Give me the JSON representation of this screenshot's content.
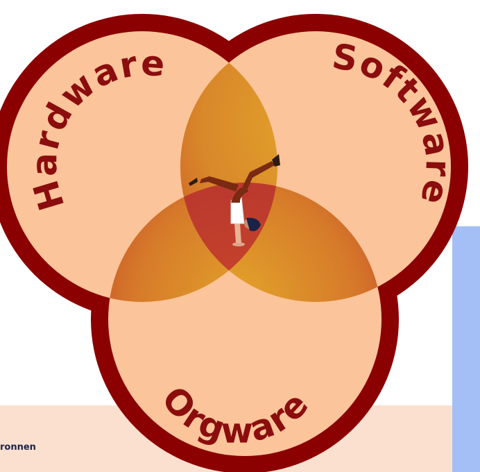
{
  "diagram": {
    "circles": [
      {
        "label": "Hardware",
        "color": "#fcc49a",
        "ring_color": "#8b0000"
      },
      {
        "label": "Software",
        "color": "#fcc49a",
        "ring_color": "#8b0000"
      },
      {
        "label": "Orgware",
        "color": "#fcc49a",
        "ring_color": "#8b0000"
      }
    ],
    "overlap_colors": {
      "pair_top": "#d9952c",
      "pair_low": "#cc4a22",
      "center": "#c0392b"
    },
    "figure": "person-handstand-illustration"
  },
  "footer": {
    "source_text": "ronnen"
  },
  "colors": {
    "band": "#fbe0d0",
    "side_bar": "#a3bff5"
  }
}
